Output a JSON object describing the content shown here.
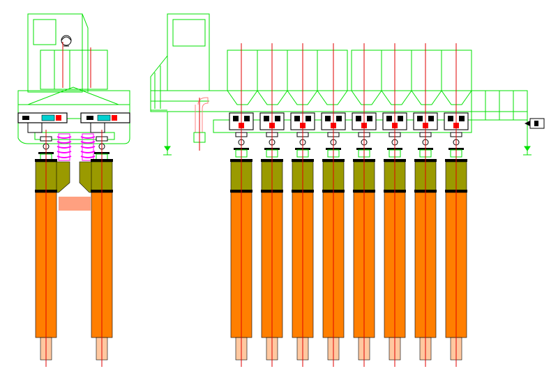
{
  "diagram": {
    "kind": "industrial-cad-elevation",
    "left_unit": {
      "electrode_columns": 2,
      "has_coil_springs": true,
      "has_salmon_block": true,
      "has_cab_with_operator_symbol": true
    },
    "right_unit": {
      "electrode_columns": 8,
      "hopper_bays": 8,
      "has_cab": true,
      "has_side_motor": true
    },
    "colors": {
      "frame_outline": "#00e000",
      "centerline": "#e00000",
      "electrode_body": "#ff7f00",
      "electrode_tip": "#ffc8a0",
      "collar_olive": "#9a9a00",
      "spring_magenta": "#ff00ff",
      "block_salmon": "#ffa080",
      "hardware_dark": "#000000"
    },
    "icons": {
      "operator": "operator-helmet-icon",
      "motor": "motor-icon"
    }
  }
}
